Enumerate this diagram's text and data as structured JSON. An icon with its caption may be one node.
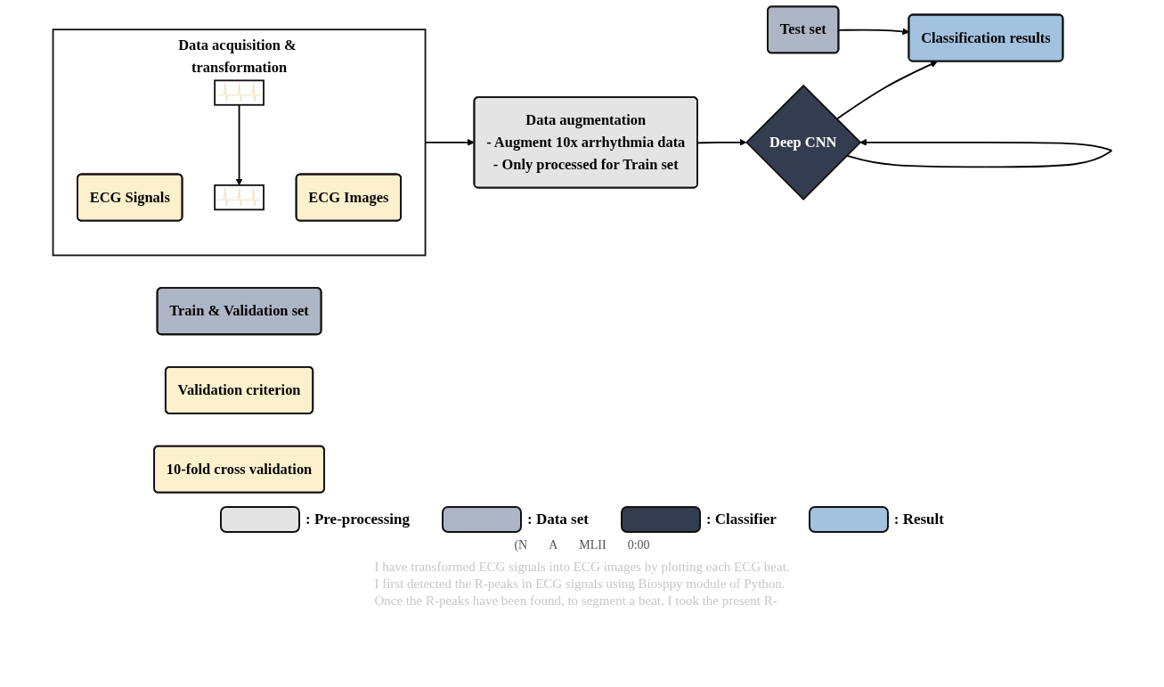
{
  "diagram": {
    "nodes": [
      {
        "text": [
          "Data acquisition & transformation"
        ]
      },
      {
        "text": [
          "ECG Signals"
        ],
        "in": 0
      },
      {
        "text": [],
        "shape": "picture",
        "in": 0
      },
      {
        "text": [
          "ECG Images"
        ],
        "in": 0
      },
      {
        "text": [],
        "shape": "picture",
        "in": 0
      },
      {
        "text": [
          "Data augmentation",
          "- Augment 10x arrhythmia data",
          "- Only processed for Train set"
        ]
      },
      {
        "text": [
          "Deep CNN"
        ]
      },
      {
        "text": [
          "Train & Validation set"
        ]
      },
      {
        "text": [
          "Validation criterion"
        ]
      },
      {
        "text": [
          "Test set"
        ]
      },
      {
        "text": [
          "Classification results"
        ]
      },
      {
        "text": [
          "10-fold cross validation"
        ]
      }
    ],
    "edges": [
      {
        "from": 2,
        "to": 4,
        "arrow": "to"
      },
      {
        "from": 0,
        "to": 5,
        "arrow": "to"
      },
      {
        "from": 5,
        "to": 6,
        "arrow": "to"
      },
      {
        "from": 6,
        "to": 6,
        "arrow": "to"
      },
      {
        "from": 6,
        "to": 10,
        "arrow": "to"
      },
      {
        "from": 9,
        "to": 10,
        "arrow": "to"
      }
    ],
    "labels": [
      "(N",
      "A",
      "MLII",
      "0:00",
      "I have transformed ECG signals into ECG images by plotting each ECG beat.",
      "I first detected the R-peaks in ECG signals using Biosppy module of Python.",
      "Once the R-peaks have been found, to segment a beat, I took the present R-"
    ],
    "legend": [
      {
        "text": ": Pre-processing",
        "color": "#e4e4e4"
      },
      {
        "text": ": Data set",
        "color": "#adb6c6"
      },
      {
        "text": ": Classifier",
        "color": "#343d4f"
      },
      {
        "text": ": Result",
        "color": "#a2c2e0"
      }
    ]
  }
}
